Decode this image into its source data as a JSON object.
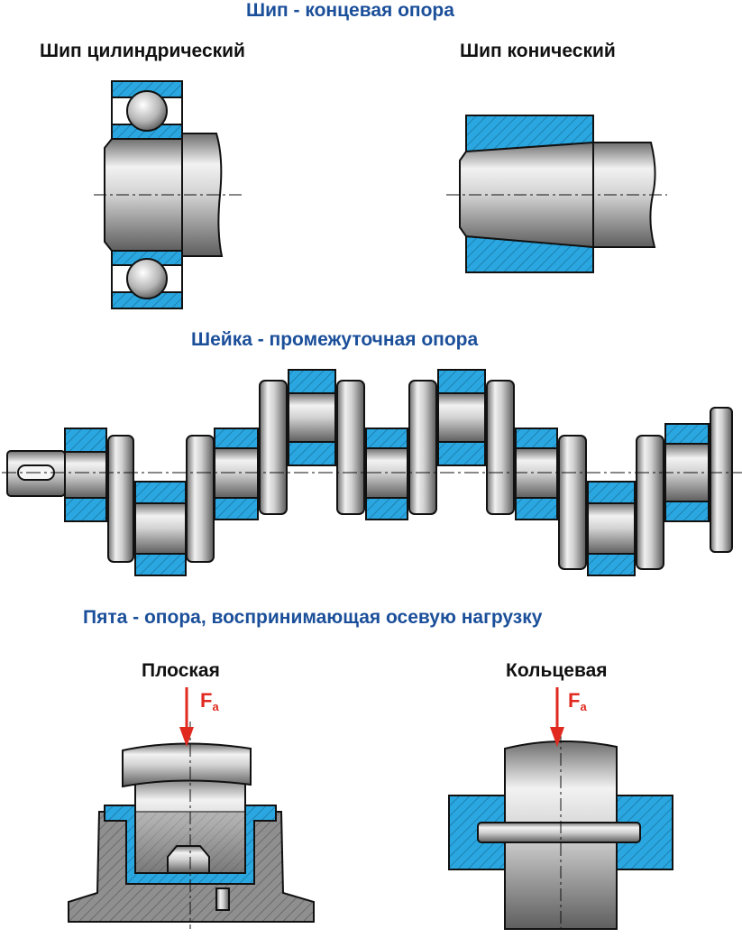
{
  "colors": {
    "title": "#1b4f9a",
    "bearing_blue": "#2aa7e0",
    "metal_light": "#d8d8d8",
    "metal_dark": "#6e6e6e",
    "force_arrow": "#e02a1f"
  },
  "sections": {
    "journal": {
      "title": "Шип - концевая опора",
      "cylindrical_label": "Шип цилиндрический",
      "conical_label": "Шип конический"
    },
    "neck": {
      "title": "Шейка - промежуточная опора"
    },
    "heel": {
      "title": "Пята - опора, воспринимающая осевую нагрузку",
      "flat_label": "Плоская",
      "ring_label": "Кольцевая",
      "force_symbol": "F",
      "force_subscript": "a"
    }
  }
}
